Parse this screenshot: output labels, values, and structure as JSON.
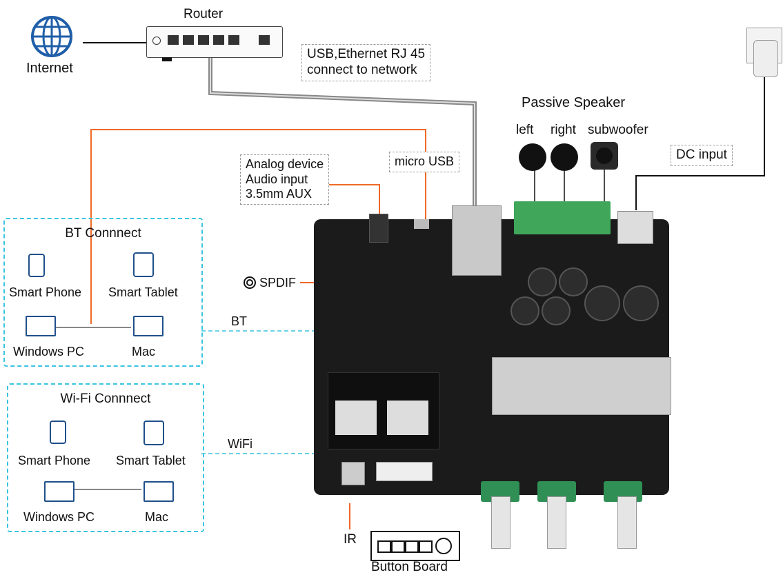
{
  "internet": {
    "label": "Internet"
  },
  "router": {
    "label": "Router"
  },
  "labels": {
    "usb_ethernet": [
      "USB,Ethernet RJ 45",
      "connect to network"
    ],
    "micro_usb": "micro USB",
    "analog": [
      "Analog device",
      "Audio input",
      "3.5mm AUX"
    ],
    "passive_speaker": "Passive Speaker",
    "speaker_left": "left",
    "speaker_right": "right",
    "speaker_sub": "subwoofer",
    "dc_input": "DC input",
    "spdif": "SPDIF",
    "bt": "BT",
    "wifi": "WiFi",
    "ir": "IR",
    "button_board": "Button Board"
  },
  "bt_group": {
    "title": "BT Connnect",
    "devices": [
      "Smart Phone",
      "Smart Tablet",
      "Windows PC",
      "Mac"
    ]
  },
  "wifi_group": {
    "title": "Wi-Fi Connnect",
    "devices": [
      "Smart Phone",
      "Smart Tablet",
      "Windows PC",
      "Mac"
    ]
  },
  "colors": {
    "orange_wire": "#ee6a28",
    "cyan_dashed": "#39c4e0",
    "board": "#1b1b1b",
    "terminal_green": "#3fa65a"
  }
}
